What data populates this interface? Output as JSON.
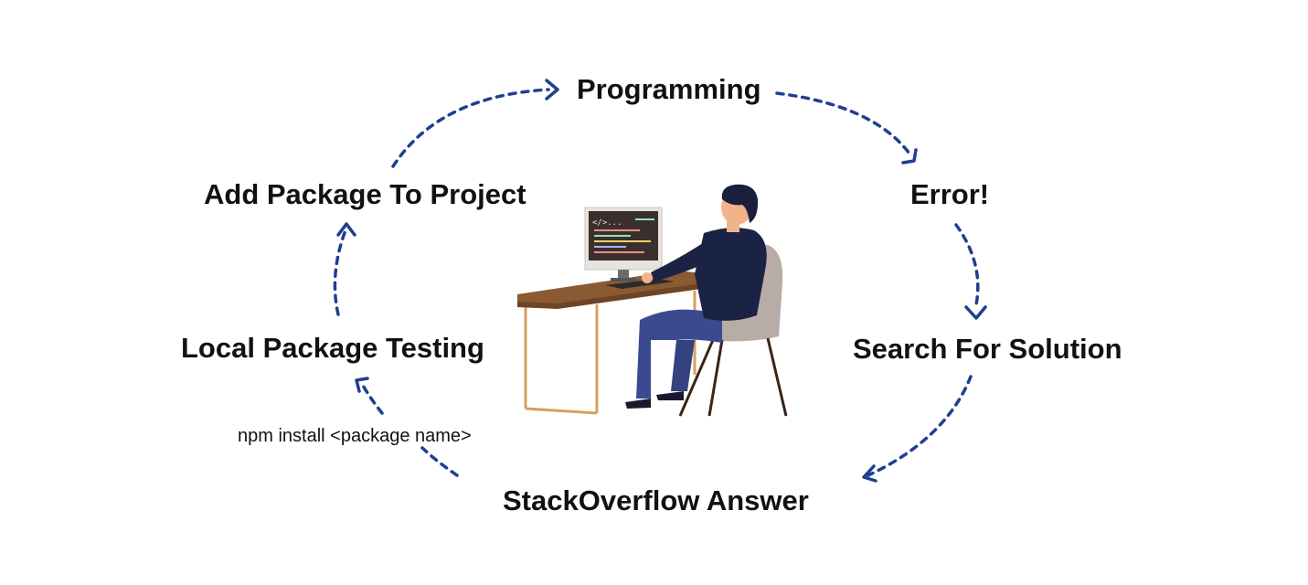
{
  "steps": {
    "programming": "Programming",
    "error": "Error!",
    "search": "Search For Solution",
    "stackoverflow": "StackOverflow Answer",
    "local_testing": "Local Package Testing",
    "add_package": "Add Package To Project"
  },
  "command": "npm install <package name>",
  "screen_code_text": "</>...",
  "colors": {
    "arrow": "#1f3f8f",
    "desk_top": "#8a5a33",
    "desk_legs": "#d4a15b",
    "shirt": "#1b2345",
    "pants": "#3b4a8f",
    "chair": "#b7aca6",
    "hair": "#1a1f3d",
    "skin": "#f2b38b"
  }
}
